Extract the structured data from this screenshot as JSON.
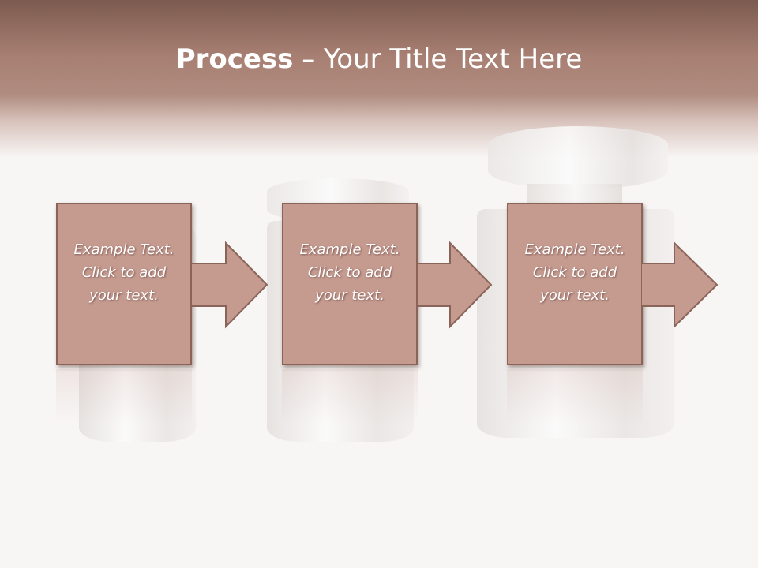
{
  "slide": {
    "title_bold": "Process",
    "title_rest": " – Your Title Text Here"
  },
  "steps": [
    {
      "text": "Example Text.\nClick  to add\nyour text."
    },
    {
      "text": "Example Text.\nClick  to add\nyour text."
    },
    {
      "text": "Example Text.\nClick  to add\nyour text."
    }
  ],
  "colors": {
    "header_dark": "#7c5a4f",
    "header_light": "#b08c80",
    "box_fill": "#c59a8f",
    "box_border": "#8a6459",
    "background": "#f8f6f5"
  }
}
